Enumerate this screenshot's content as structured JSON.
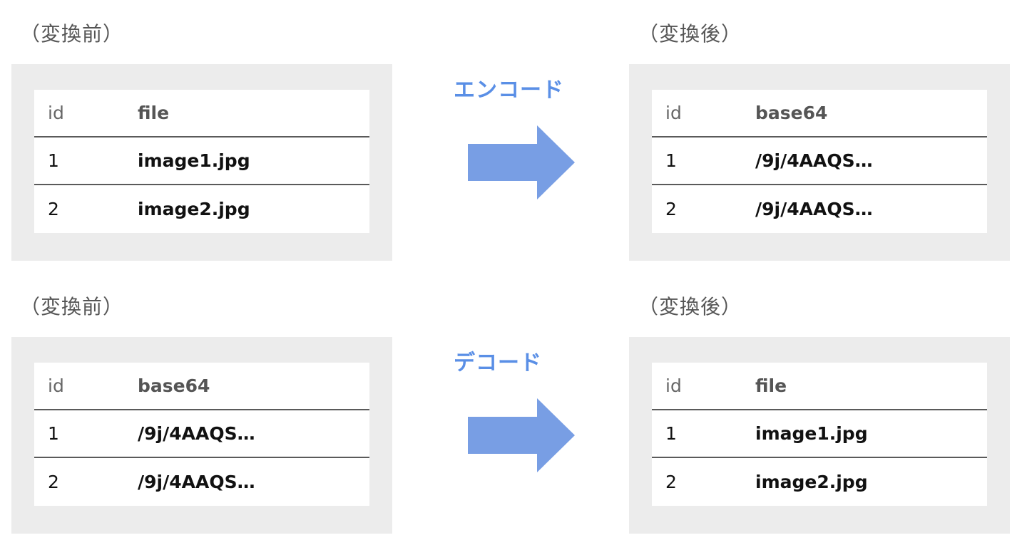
{
  "colors": {
    "panel_bg": "#ececec",
    "arrow": "#789ee4",
    "label": "#5a8fe6"
  },
  "encode": {
    "label": "エンコード",
    "arrow_icon": "right-arrow-icon",
    "before": {
      "caption": "（変換前）",
      "headers": [
        "id",
        "file"
      ],
      "rows": [
        [
          "1",
          "image1.jpg"
        ],
        [
          "2",
          "image2.jpg"
        ]
      ]
    },
    "after": {
      "caption": "（変換後）",
      "headers": [
        "id",
        "base64"
      ],
      "rows": [
        [
          "1",
          "/9j/4AAQS…"
        ],
        [
          "2",
          "/9j/4AAQS…"
        ]
      ]
    }
  },
  "decode": {
    "label": "デコード",
    "arrow_icon": "right-arrow-icon",
    "before": {
      "caption": "（変換前）",
      "headers": [
        "id",
        "base64"
      ],
      "rows": [
        [
          "1",
          "/9j/4AAQS…"
        ],
        [
          "2",
          "/9j/4AAQS…"
        ]
      ]
    },
    "after": {
      "caption": "（変換後）",
      "headers": [
        "id",
        "file"
      ],
      "rows": [
        [
          "1",
          "image1.jpg"
        ],
        [
          "2",
          "image2.jpg"
        ]
      ]
    }
  }
}
